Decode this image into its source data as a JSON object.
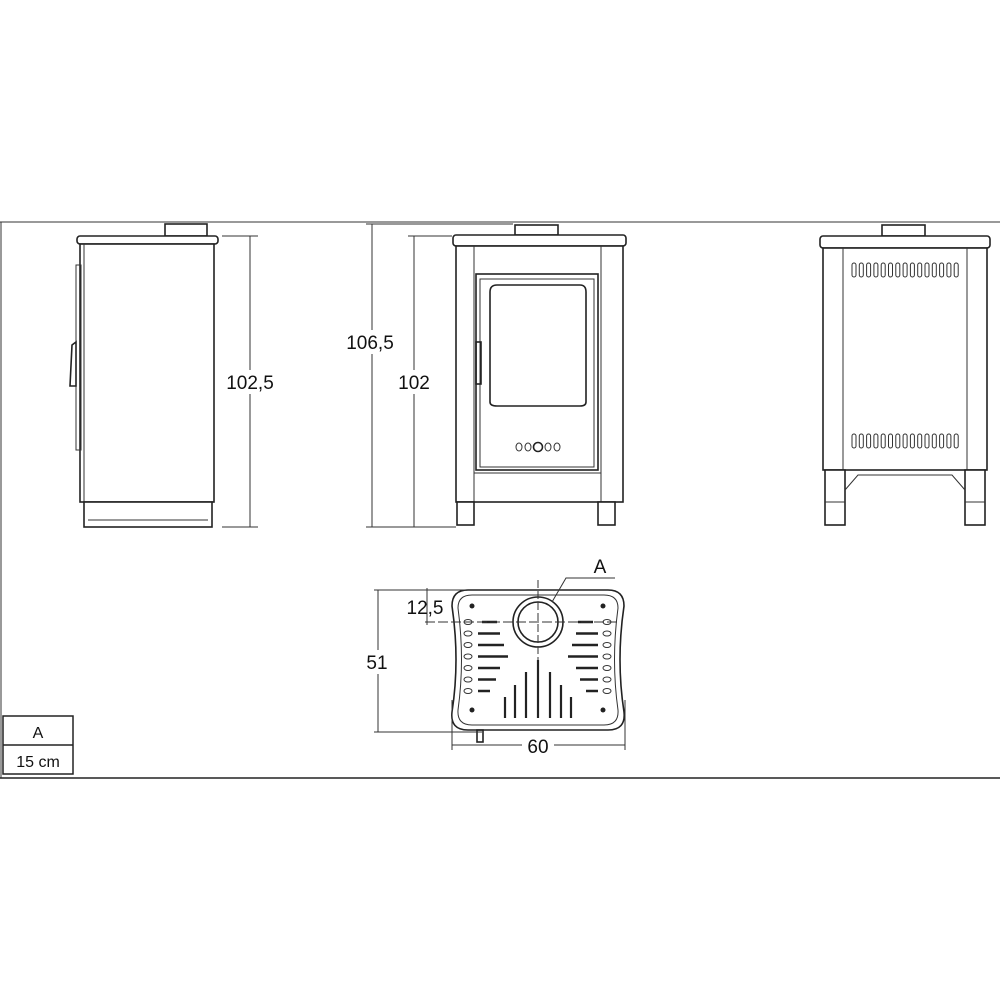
{
  "dimensions": {
    "side_height": "102,5",
    "total_height": "106,5",
    "body_height": "102",
    "depth": "51",
    "flue_offset": "12,5",
    "width": "60",
    "flue_label": "A"
  },
  "legend_table": {
    "header": "A",
    "value": "15 cm"
  },
  "colors": {
    "line": "#222222",
    "background": "#ffffff"
  }
}
